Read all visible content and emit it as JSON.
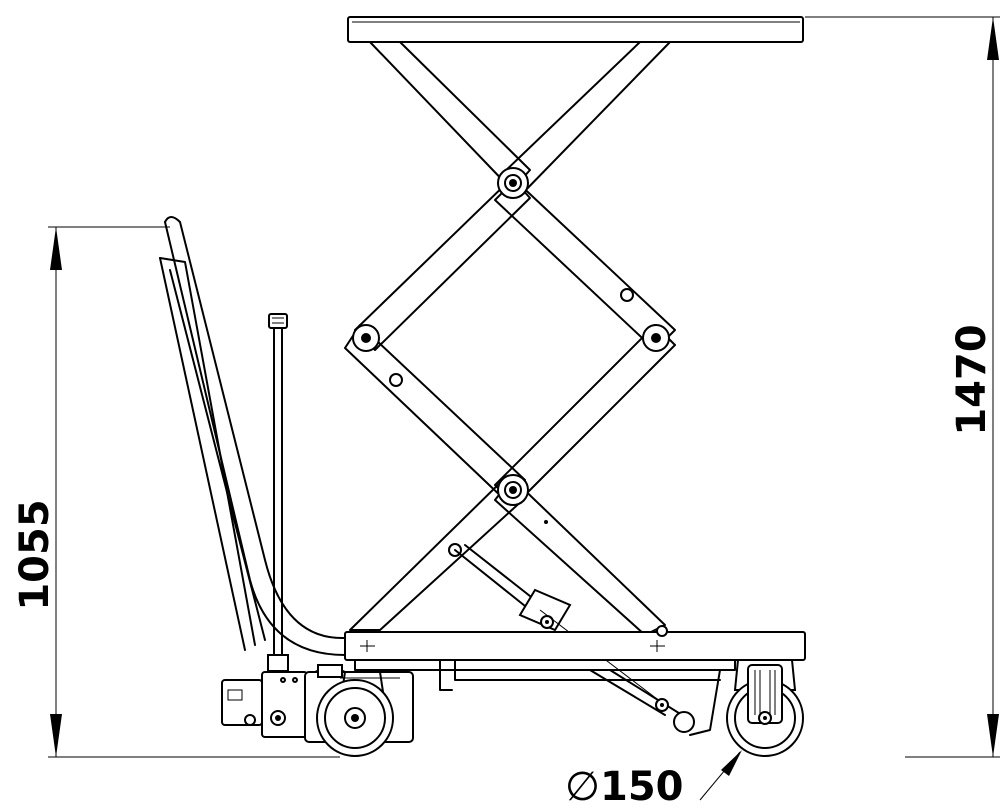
{
  "dimensions": {
    "max_height": "1470",
    "handle_height": "1055",
    "wheel_diameter_symbol": "∅",
    "wheel_diameter": "150"
  }
}
